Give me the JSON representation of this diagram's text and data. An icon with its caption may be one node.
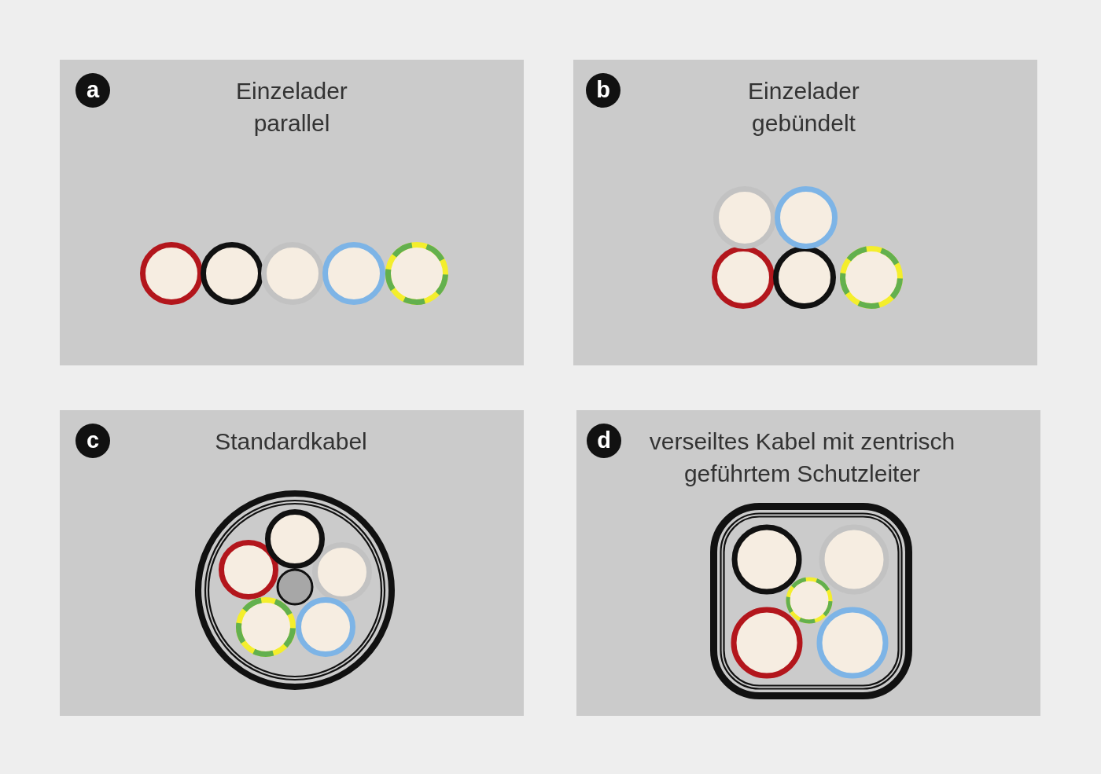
{
  "diagram": {
    "nodes": [
      {
        "text": [
          "Einzelader parallel"
        ]
      },
      {
        "text": [
          "a"
        ],
        "in": 0
      },
      {
        "text": [
          "Einzelader gebündelt"
        ]
      },
      {
        "text": [
          "b"
        ],
        "in": 2
      },
      {
        "text": [
          "Standardkabel"
        ]
      },
      {
        "text": [
          "c"
        ],
        "in": 4
      },
      {
        "text": [
          "verseiltes Kabel mit zentrisch geführtem Schutzleiter"
        ]
      },
      {
        "text": [
          "d"
        ],
        "in": 6
      }
    ]
  }
}
